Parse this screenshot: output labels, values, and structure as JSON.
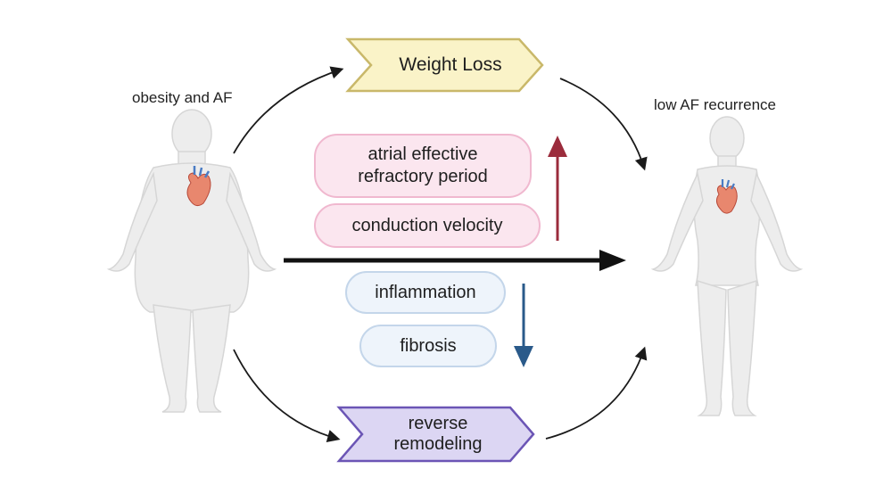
{
  "labels": {
    "start": "obesity and AF",
    "end": "low AF recurrence"
  },
  "interventions": {
    "top": "Weight Loss",
    "bottom": "reverse remodeling"
  },
  "increased": [
    "atrial effective refractory period",
    "conduction velocity"
  ],
  "decreased": [
    "inflammation",
    "fibrosis"
  ],
  "colors": {
    "top_chevron_fill": "#faf3c8",
    "top_chevron_stroke": "#c9b86a",
    "bottom_chevron_fill": "#dcd6f3",
    "bottom_chevron_stroke": "#6b55b5",
    "increase_arrow": "#9b2c3c",
    "decrease_arrow": "#2a5a8a",
    "pink_pill": "#fbe6ef",
    "blue_pill": "#eef4fb",
    "body": "#eeeeee"
  },
  "icons": [
    "obese-body-icon",
    "slim-body-icon",
    "heart-icon"
  ]
}
